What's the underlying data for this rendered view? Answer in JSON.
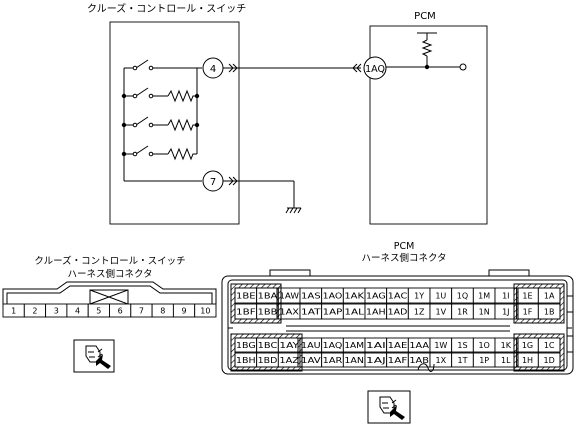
{
  "schematic": {
    "switch_title": "クルーズ・コントロール・スイッチ",
    "pcm_title": "PCM",
    "pins": {
      "a": "4",
      "b": "7",
      "pcm": "1AQ"
    }
  },
  "cruise_connector": {
    "title_line1": "クルーズ・コントロール・スイッチ",
    "title_line2": "ハーネス側コネクタ",
    "pins": [
      "1",
      "2",
      "3",
      "4",
      "5",
      "6",
      "7",
      "8",
      "9",
      "10"
    ]
  },
  "pcm_connector": {
    "title_line1": "PCM",
    "title_line2": "ハーネス側コネクタ",
    "top_rows": [
      [
        "1BE",
        "1BA",
        "1AW",
        "1AS",
        "1AO",
        "1AK",
        "1AG",
        "1AC",
        "1Y",
        "1U",
        "1Q",
        "1M",
        "1I",
        "1E",
        "1A"
      ],
      [
        "1BF",
        "1BB",
        "1AX",
        "1AT",
        "1AP",
        "1AL",
        "1AH",
        "1AD",
        "1Z",
        "1V",
        "1R",
        "1N",
        "1J",
        "1F",
        "1B"
      ]
    ],
    "bottom_rows": [
      [
        "1BG",
        "1BC",
        "1AY",
        "1AU",
        "1AQ",
        "1AM",
        "1AI",
        "1AE",
        "1AA",
        "1W",
        "1S",
        "1O",
        "1K",
        "1G",
        "1C"
      ],
      [
        "1BH",
        "1BD",
        "1AZ",
        "1AV",
        "1AR",
        "1AN",
        "1AJ",
        "1AF",
        "1AB",
        "1X",
        "1T",
        "1P",
        "1L",
        "1H",
        "1D"
      ]
    ]
  }
}
